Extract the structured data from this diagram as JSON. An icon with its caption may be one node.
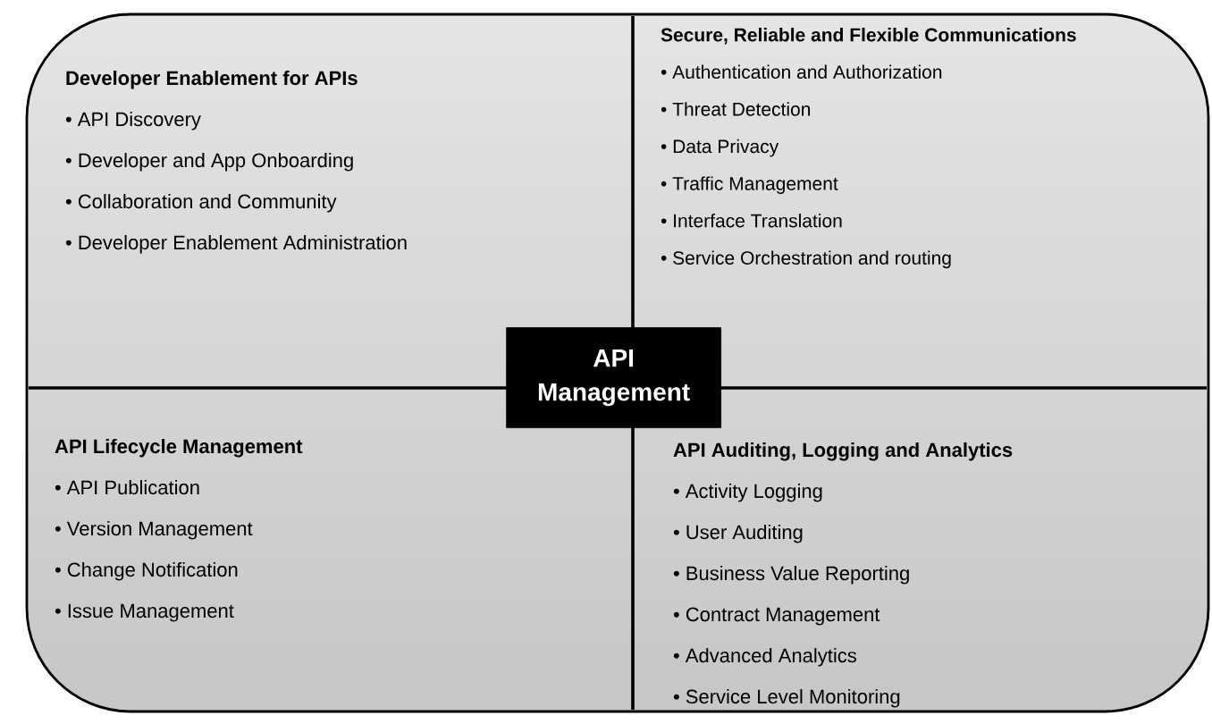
{
  "diagram": {
    "nodes": [
      {
        "text": [],
        "shape": "box"
      },
      {
        "text": [
          "Developer Enablement for APIs",
          "• API Discovery",
          "• Developer and App Onboarding",
          "• Collaboration and Community",
          "• Developer Enablement Administration"
        ],
        "in": 0
      },
      {
        "text": [
          "Secure, Reliable and Flexible Communications",
          "• Authentication and Authorization",
          "• Threat Detection",
          "• Data Privacy",
          "• Traffic Management",
          "• Interface Translation",
          "• Service Orchestration and routing"
        ],
        "in": 0
      },
      {
        "text": [
          "API Lifecycle Management",
          "• API Publication",
          "• Version Management",
          "• Change Notification",
          "• Issue Management"
        ],
        "in": 0
      },
      {
        "text": [
          "API Auditing, Logging and Analytics",
          "• Activity Logging",
          "• User Auditing",
          "• Business Value Reporting",
          "• Contract Management",
          "• Advanced Analytics",
          "• Service Level Monitoring"
        ],
        "in": 0
      },
      {
        "text": [
          "API Management"
        ],
        "in": 0
      }
    ]
  }
}
